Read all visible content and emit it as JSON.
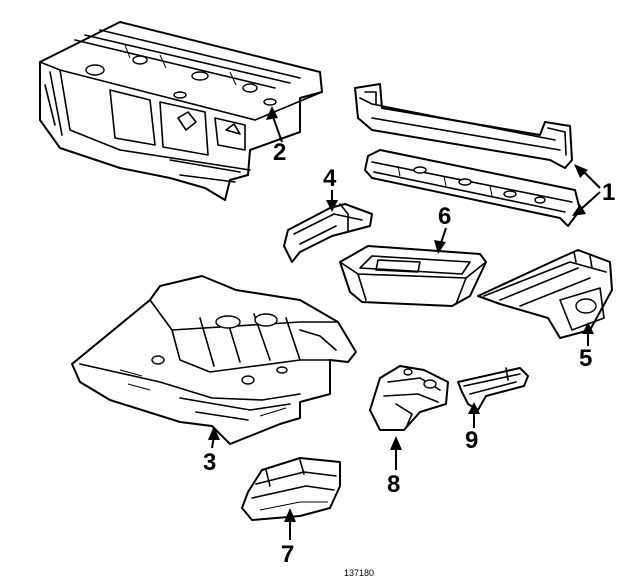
{
  "callouts": {
    "c1": "1",
    "c2": "2",
    "c3": "3",
    "c4": "4",
    "c5": "5",
    "c6": "6",
    "c7": "7",
    "c8": "8",
    "c9": "9"
  },
  "drawing_number": "137180",
  "icons": [
    "rear-body-panel-icon",
    "rear-crossmember-icon",
    "floor-pan-icon",
    "spare-tire-well-icon",
    "side-rail-icon",
    "bracket-icon"
  ],
  "colors": {
    "ink": "#000000",
    "paper": "#ffffff"
  }
}
